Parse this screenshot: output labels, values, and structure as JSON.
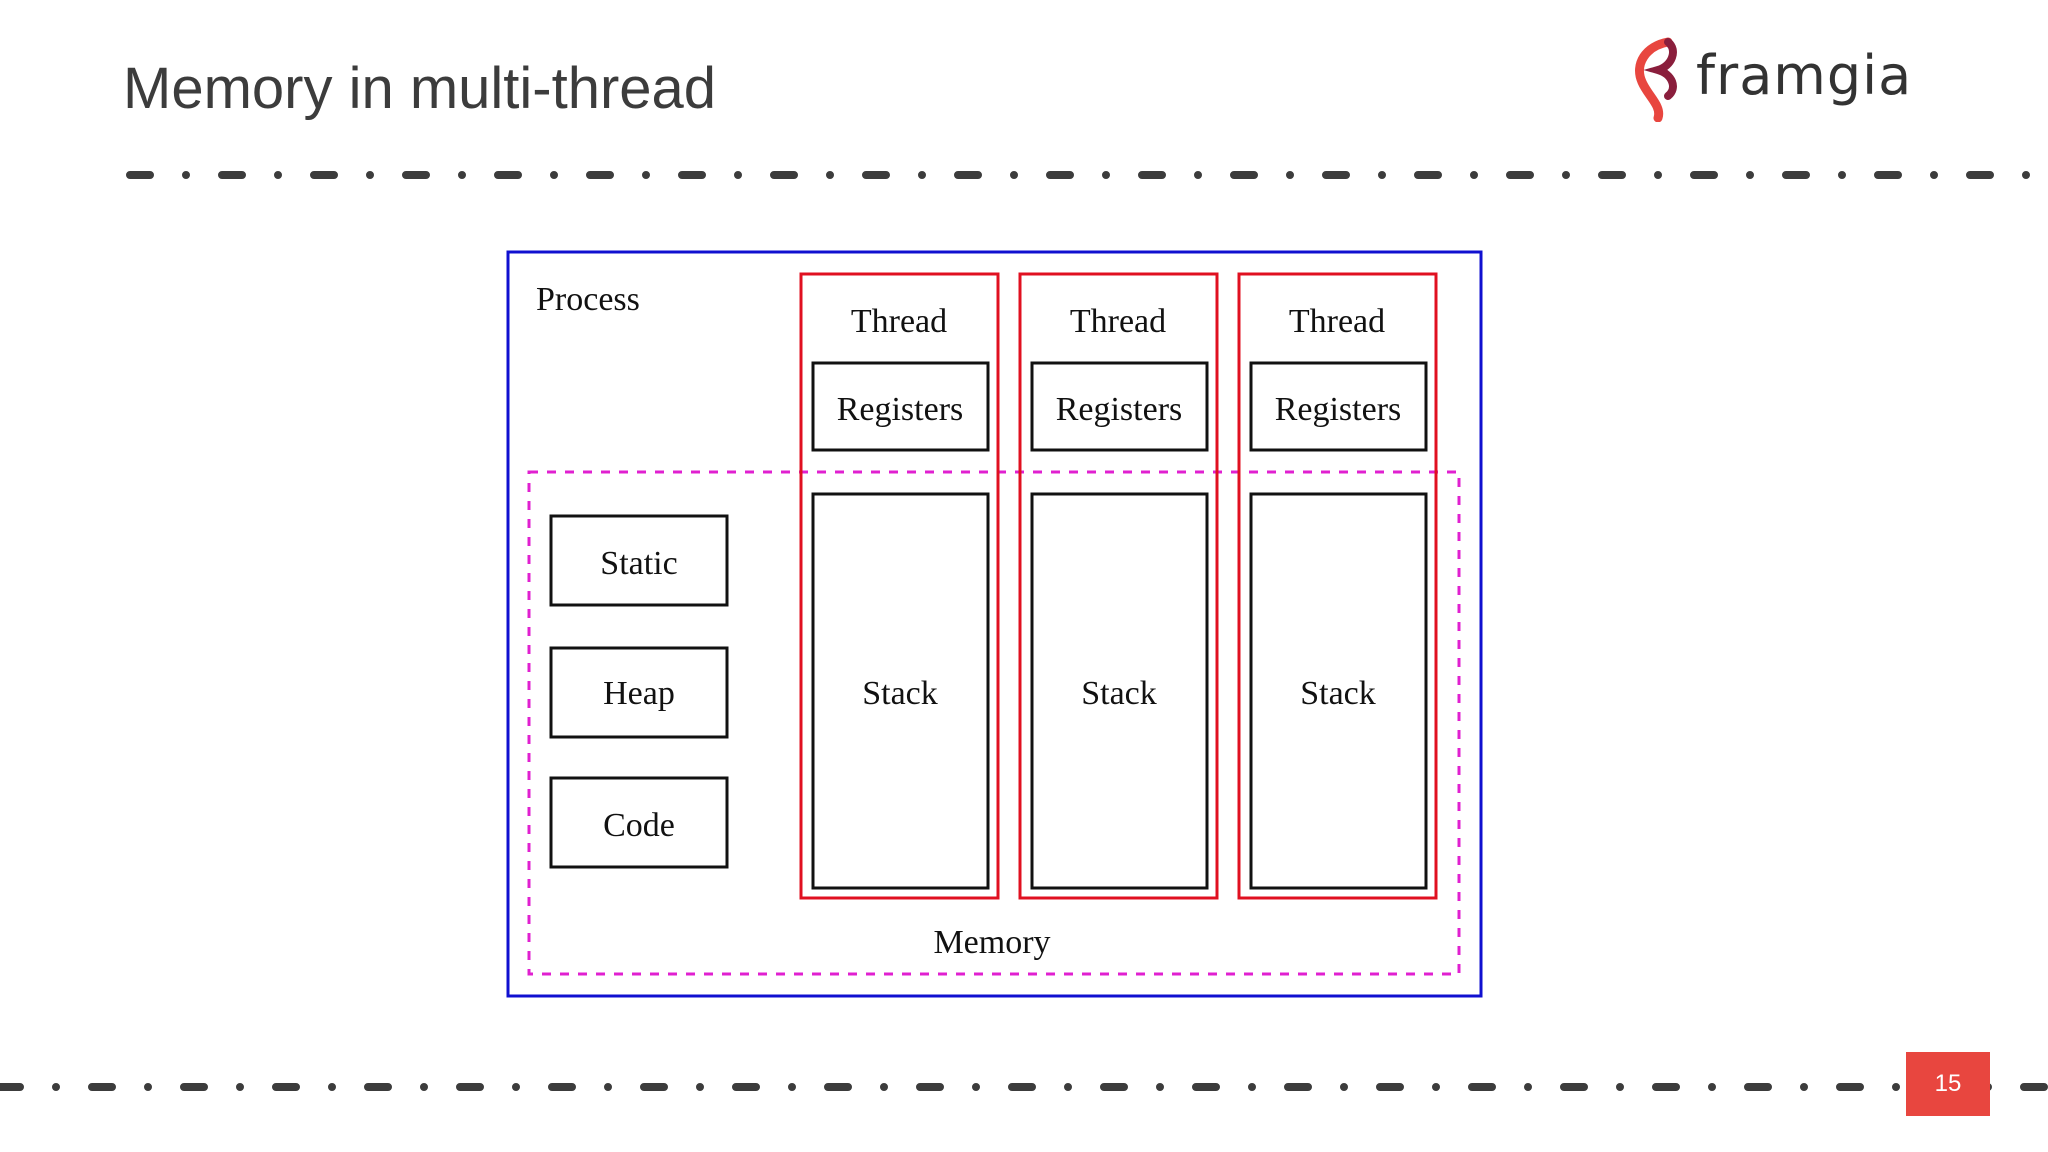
{
  "slide": {
    "title": "Memory in multi-thread",
    "page_number": "15"
  },
  "logo": {
    "text": "framgia",
    "icon": "framgia-logo-icon"
  },
  "diagram": {
    "process_label": "Process",
    "memory_label": "Memory",
    "shared_segments": [
      "Static",
      "Heap",
      "Code"
    ],
    "threads": [
      {
        "label": "Thread",
        "registers": "Registers",
        "stack": "Stack"
      },
      {
        "label": "Thread",
        "registers": "Registers",
        "stack": "Stack"
      },
      {
        "label": "Thread",
        "registers": "Registers",
        "stack": "Stack"
      }
    ],
    "colors": {
      "process_border": "#1010d0",
      "thread_border": "#e01020",
      "memory_border": "#e020d0",
      "box_border": "#111111"
    }
  },
  "colors": {
    "title": "#3c3c3c",
    "divider": "#3c3c3c",
    "page_badge": "#e8463f"
  }
}
